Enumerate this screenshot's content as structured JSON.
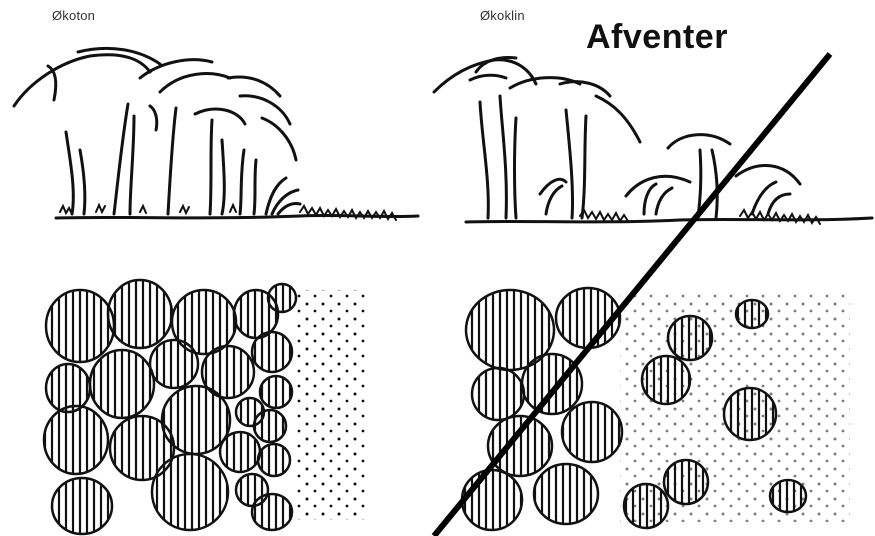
{
  "panels": {
    "left_title": "Økoton",
    "right_title": "Økoklin"
  },
  "overlay": {
    "status_text": "Afventer"
  },
  "ink_color": "#111111",
  "strike_color": "#000000"
}
